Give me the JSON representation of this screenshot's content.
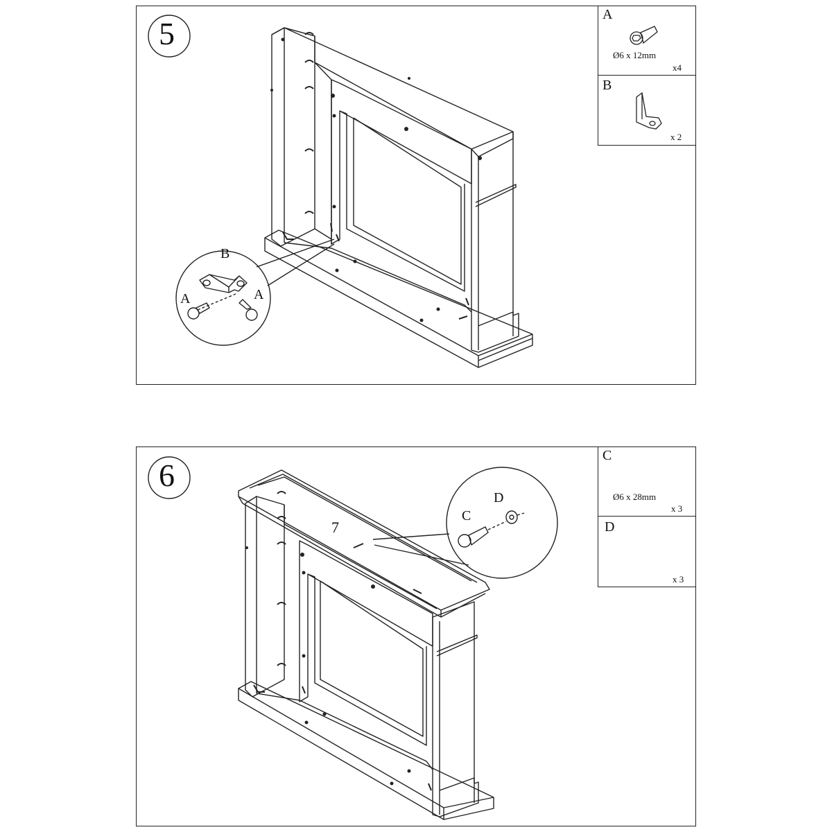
{
  "steps": [
    {
      "number": "5",
      "detail_labels": {
        "bracket": "B",
        "screw_left": "A",
        "screw_right": "A"
      },
      "parts": [
        {
          "letter": "A",
          "spec": "Ø6 x 12mm",
          "qty": "x4",
          "icon": "hex-bolt-icon"
        },
        {
          "letter": "B",
          "spec": "",
          "qty": "x 2",
          "icon": "l-bracket-icon"
        }
      ]
    },
    {
      "number": "6",
      "detail_labels": {
        "bolt": "C",
        "washer": "D",
        "part_number": "7"
      },
      "parts": [
        {
          "letter": "C",
          "spec": "Ø6 x 28mm",
          "qty": "x 3",
          "icon": "hex-bolt-long-icon"
        },
        {
          "letter": "D",
          "spec": "",
          "qty": "x 3",
          "icon": "washer-icon"
        }
      ]
    }
  ]
}
